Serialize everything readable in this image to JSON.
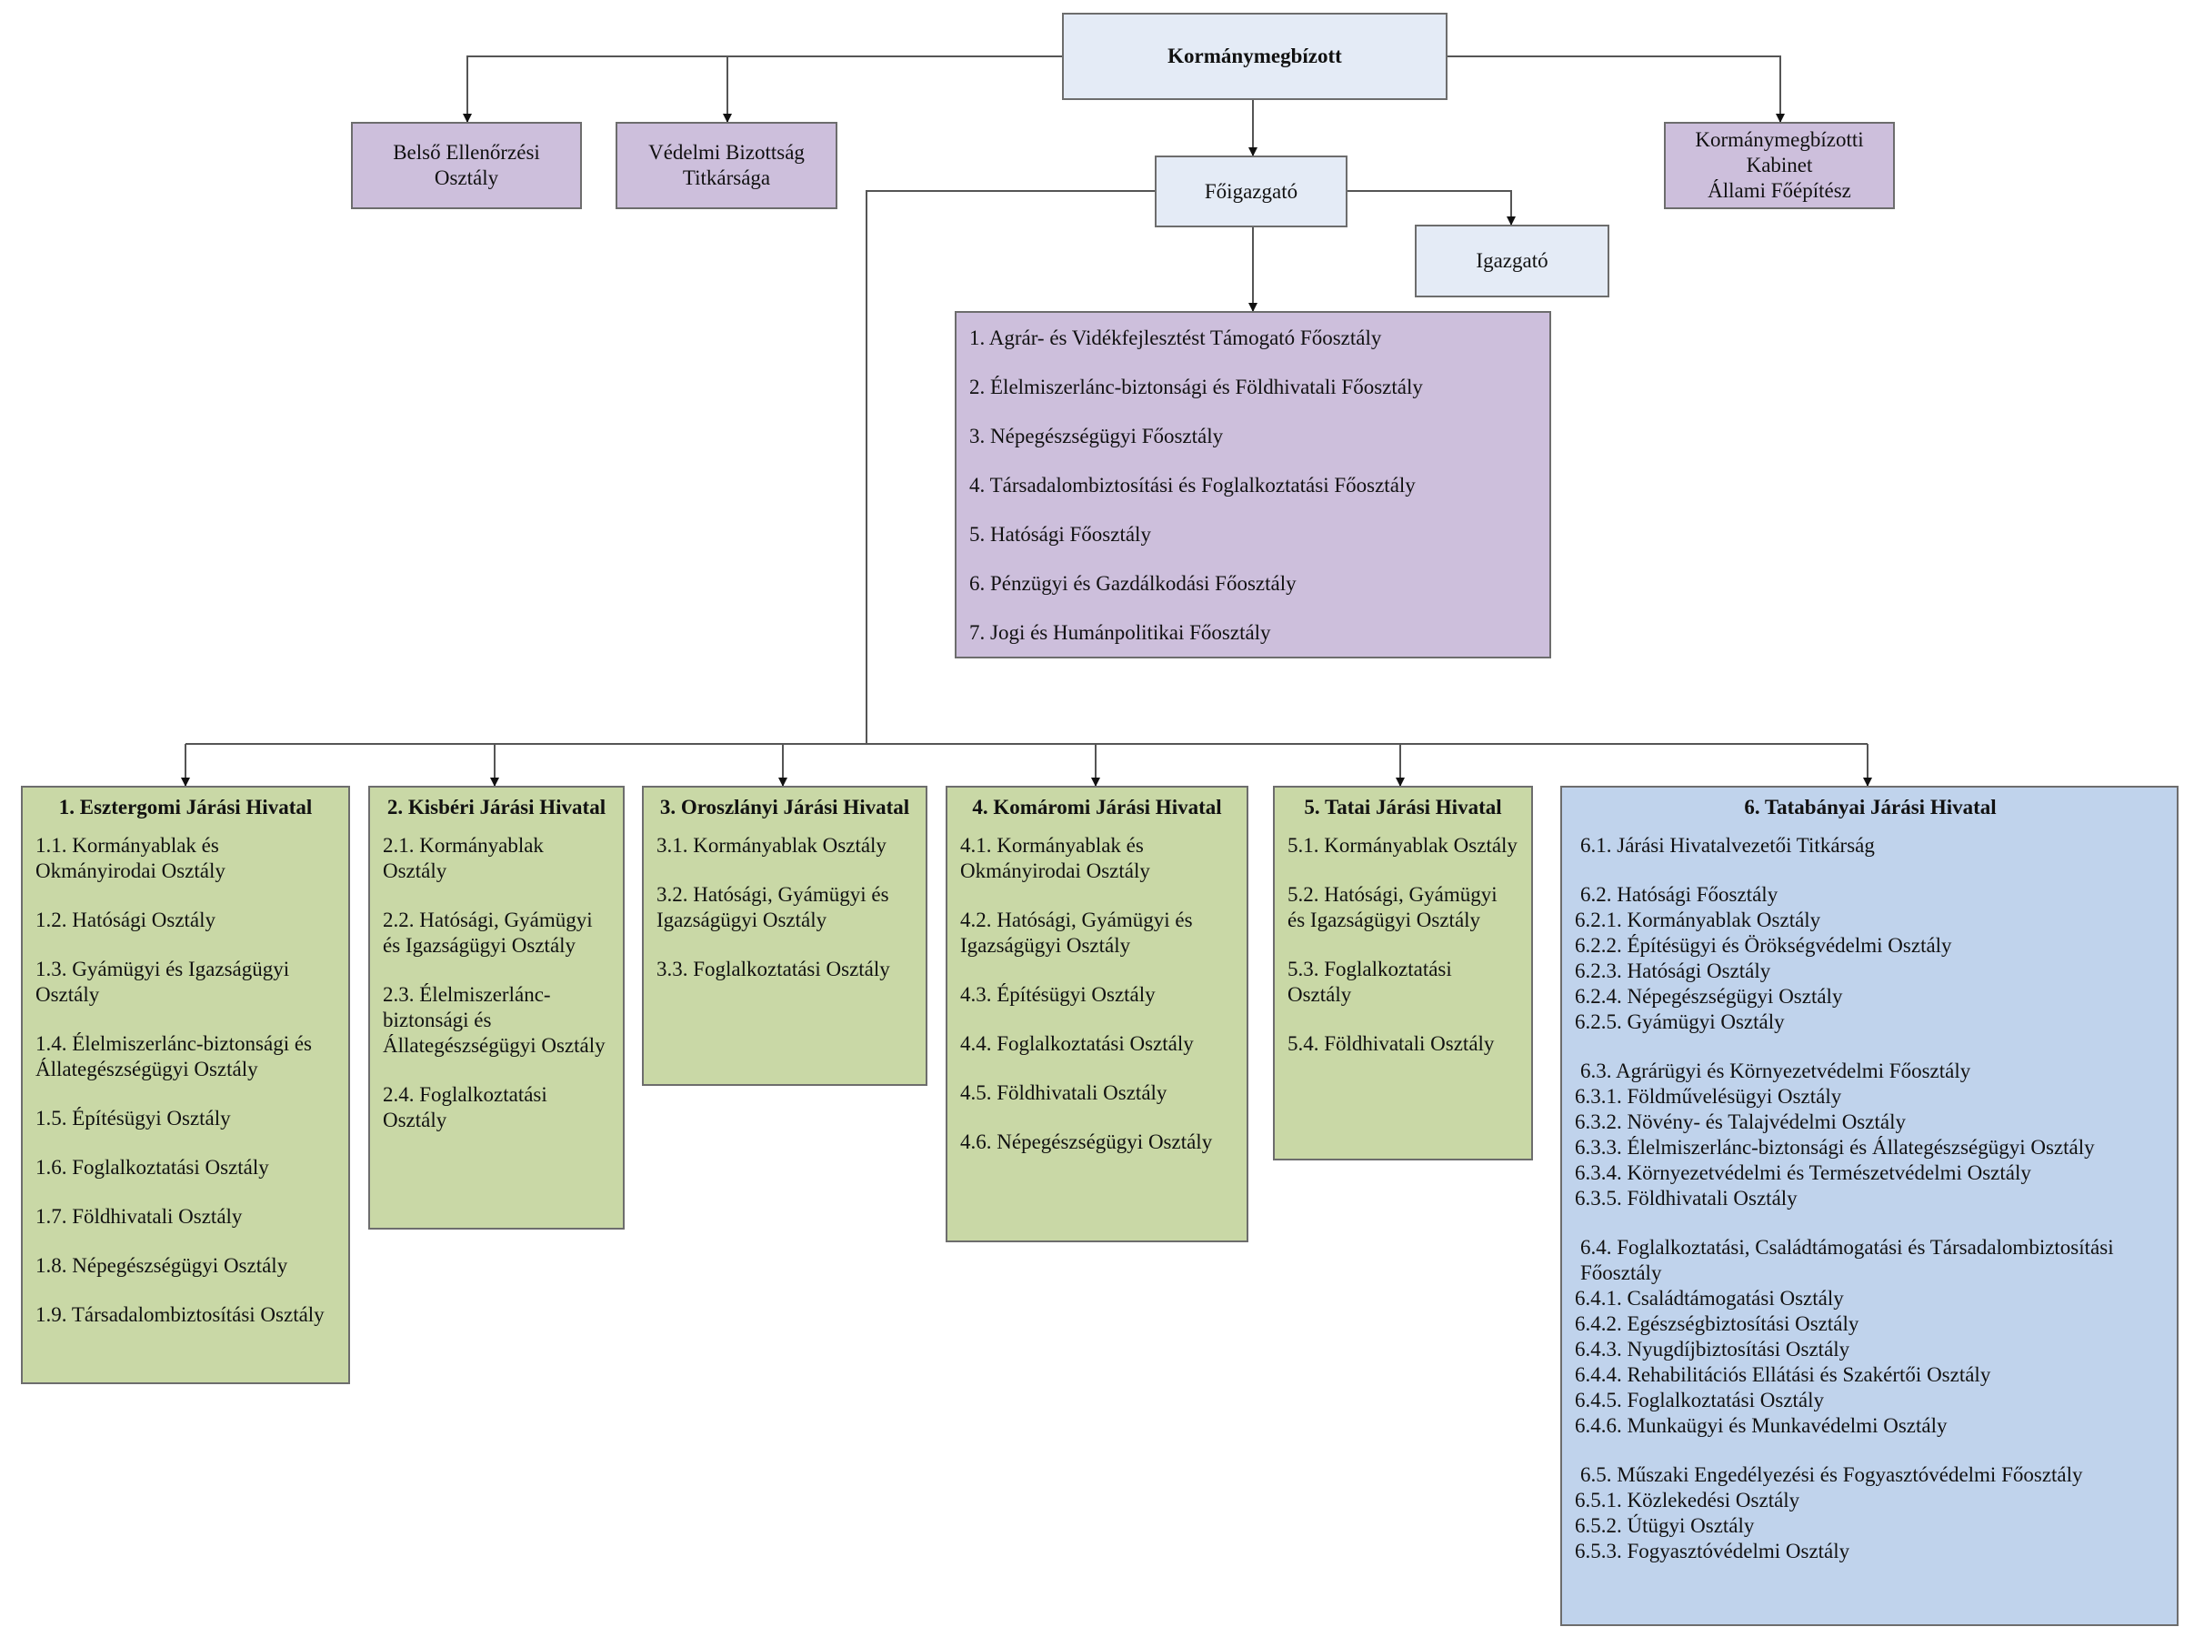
{
  "top": {
    "title": "Kormánymegbízott"
  },
  "belso": {
    "line1": "Belső Ellenőrzési",
    "line2": "Osztály"
  },
  "vedelmi": {
    "line1": "Védelmi Bizottság",
    "line2": "Titkársága"
  },
  "kabinet": {
    "line1": "Kormánymegbízotti",
    "line2": "Kabinet",
    "line3": "Állami Főépítész"
  },
  "foigazgato": {
    "title": "Főigazgató"
  },
  "igazgato": {
    "title": "Igazgató"
  },
  "departments": [
    "1. Agrár- és Vidékfejlesztést Támogató Főosztály",
    "2. Élelmiszerlánc-biztonsági és Földhivatali Főosztály",
    "3. Népegészségügyi Főosztály",
    "4. Társadalombiztosítási és Foglalkoztatási Főosztály",
    "5. Hatósági Főosztály",
    "6. Pénzügyi és Gazdálkodási Főosztály",
    "7. Jogi és Humánpolitikai Főosztály"
  ],
  "offices": [
    {
      "title": "1. Esztergomi Járási Hivatal",
      "items": [
        "1.1. Kormányablak és Okmányirodai Osztály",
        "1.2. Hatósági Osztály",
        "1.3. Gyámügyi és Igazságügyi Osztály",
        "1.4. Élelmiszerlánc-biztonsági és Állategészségügyi Osztály",
        "1.5. Építésügyi Osztály",
        "1.6. Foglalkoztatási Osztály",
        "1.7. Földhivatali Osztály",
        "1.8. Népegészségügyi Osztály",
        "1.9. Társadalombiztosítási Osztály"
      ]
    },
    {
      "title": "2. Kisbéri Járási Hivatal",
      "items": [
        "2.1. Kormányablak Osztály",
        "2.2. Hatósági, Gyámügyi és Igazságügyi Osztály",
        "2.3. Élelmiszerlánc-biztonsági és Állategészségügyi Osztály",
        "2.4. Foglalkoztatási Osztály"
      ]
    },
    {
      "title": "3. Oroszlányi Járási Hivatal",
      "items": [
        "3.1. Kormányablak Osztály",
        "3.2. Hatósági, Gyámügyi és Igazságügyi Osztály",
        "3.3. Foglalkoztatási Osztály"
      ]
    },
    {
      "title": "4. Komáromi Járási Hivatal",
      "items": [
        "4.1. Kormányablak és Okmányirodai Osztály",
        "4.2. Hatósági, Gyámügyi és Igazságügyi Osztály",
        "4.3. Építésügyi Osztály",
        "4.4. Foglalkoztatási Osztály",
        "4.5. Földhivatali Osztály",
        "4.6. Népegészségügyi Osztály"
      ]
    },
    {
      "title": "5. Tatai Járási Hivatal",
      "items": [
        "5.1. Kormányablak Osztály",
        "5.2. Hatósági, Gyámügyi és Igazságügyi Osztály",
        "5.3. Foglalkoztatási Osztály",
        "5.4. Földhivatali Osztály"
      ]
    }
  ],
  "tatabanya": {
    "title": "6. Tatabányai Járási Hivatal",
    "groups": [
      {
        "head": "6.1. Járási Hivatalvezetői Titkárság",
        "lines": []
      },
      {
        "head": "6.2. Hatósági Főosztály",
        "lines": [
          "6.2.1. Kormányablak Osztály",
          "6.2.2. Építésügyi és Örökségvédelmi Osztály",
          "6.2.3. Hatósági Osztály",
          "6.2.4. Népegészségügyi Osztály",
          "6.2.5. Gyámügyi Osztály"
        ]
      },
      {
        "head": "6.3. Agrárügyi és Környezetvédelmi Főosztály",
        "lines": [
          "6.3.1. Földművelésügyi Osztály",
          "6.3.2. Növény- és Talajvédelmi Osztály",
          "6.3.3. Élelmiszerlánc-biztonsági és Állategészségügyi Osztály",
          "6.3.4. Környezetvédelmi és Természetvédelmi Osztály",
          "6.3.5. Földhivatali Osztály"
        ]
      },
      {
        "head": "6.4. Foglalkoztatási, Családtámogatási és Társadalombiztosítási Főosztály",
        "lines": [
          "6.4.1. Családtámogatási Osztály",
          "6.4.2. Egészségbiztosítási Osztály",
          "6.4.3. Nyugdíjbiztosítási Osztály",
          "6.4.4. Rehabilitációs Ellátási és Szakértői Osztály",
          "6.4.5. Foglalkoztatási Osztály",
          "6.4.6. Munkaügyi és Munkavédelmi Osztály"
        ]
      },
      {
        "head": "6.5. Műszaki Engedélyezési és Fogyasztóvédelmi Főosztály",
        "lines": [
          "6.5.1. Közlekedési Osztály",
          "6.5.2. Útügyi Osztály",
          "6.5.3. Fogyasztóvédelmi Osztály"
        ]
      }
    ]
  }
}
